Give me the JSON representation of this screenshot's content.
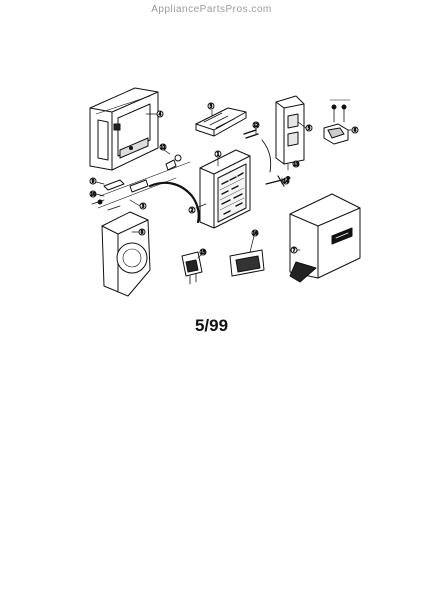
{
  "header": {
    "site": "AppliancePartsPros.com"
  },
  "diagram": {
    "date_code": "5/99",
    "callouts": [
      "4",
      "5",
      "5",
      "6",
      "1",
      "2",
      "3",
      "7",
      "8",
      "9",
      "10",
      "11",
      "12",
      "13",
      "14",
      "15",
      "16"
    ]
  }
}
